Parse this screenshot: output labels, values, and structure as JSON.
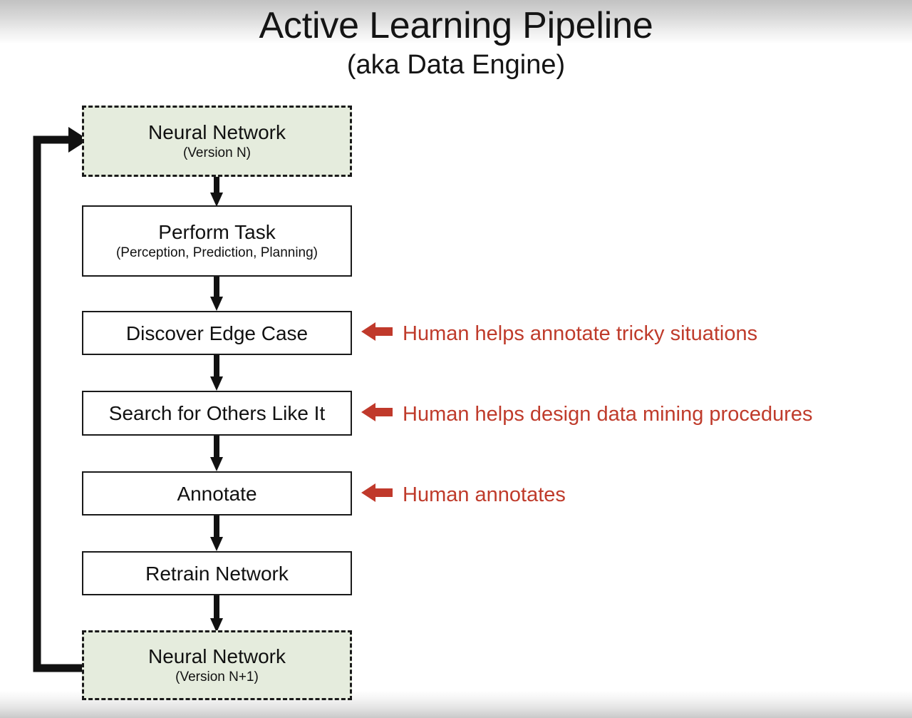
{
  "title": {
    "main": "Active Learning Pipeline",
    "sub": "(aka Data Engine)"
  },
  "colors": {
    "node_fill_highlight": "#e5ecdd",
    "node_fill_plain": "#ffffff",
    "node_border": "#1a1a1a",
    "annotation_red": "#bf3b2b",
    "text": "#111111"
  },
  "nodes": [
    {
      "title": "Neural Network",
      "sub": "(Version N)",
      "style": "dashed"
    },
    {
      "title": "Perform Task",
      "sub": "(Perception, Prediction, Planning)",
      "style": "solid"
    },
    {
      "title": "Discover Edge Case",
      "sub": "",
      "style": "solid"
    },
    {
      "title": "Search for Others Like It",
      "sub": "",
      "style": "solid"
    },
    {
      "title": "Annotate",
      "sub": "",
      "style": "solid"
    },
    {
      "title": "Retrain Network",
      "sub": "",
      "style": "solid"
    },
    {
      "title": "Neural Network",
      "sub": "(Version N+1)",
      "style": "dashed"
    }
  ],
  "annotations": [
    {
      "text": "Human helps annotate tricky situations",
      "target": "Discover Edge Case"
    },
    {
      "text": "Human helps design data mining procedures",
      "target": "Search for Others Like It"
    },
    {
      "text": "Human annotates",
      "target": "Annotate"
    }
  ],
  "feedback_loop": {
    "from": "Neural Network (Version N+1)",
    "to": "Neural Network (Version N)"
  }
}
